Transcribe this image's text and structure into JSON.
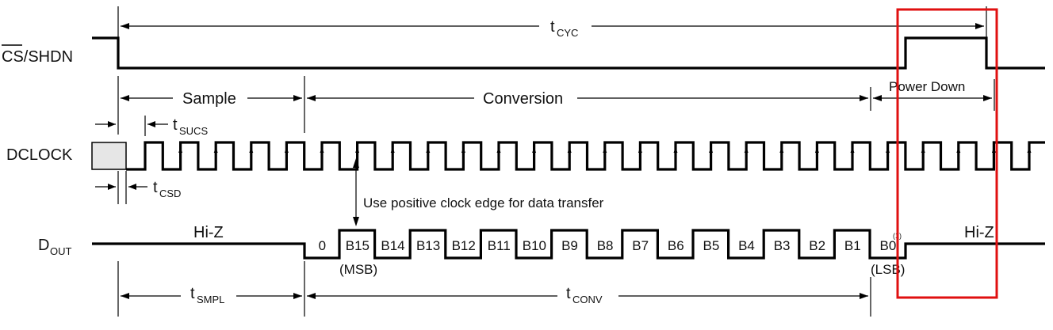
{
  "signals": {
    "cs": "CS/SHDN",
    "dclock": "DCLOCK",
    "dout_main": "D",
    "dout_sub": "OUT"
  },
  "timing": {
    "tcyc_main": "t",
    "tcyc_sub": "CYC",
    "tsucs_main": "t",
    "tsucs_sub": "SUCS",
    "tcsd_main": "t",
    "tcsd_sub": "CSD",
    "tsmpl_main": "t",
    "tsmpl_sub": "SMPL",
    "tconv_main": "t",
    "tconv_sub": "CONV"
  },
  "phases": {
    "sample": "Sample",
    "conversion": "Conversion",
    "power_down": "Power Down"
  },
  "dout": {
    "hiz_left": "Hi-Z",
    "hiz_right": "Hi-Z",
    "msb_note": "(MSB)",
    "lsb_note": "(LSB)",
    "footnote_mark": "(1)",
    "bits": [
      "0",
      "B15",
      "B14",
      "B13",
      "B12",
      "B11",
      "B10",
      "B9",
      "B8",
      "B7",
      "B6",
      "B5",
      "B4",
      "B3",
      "B2",
      "B1",
      "B0"
    ]
  },
  "annotation": "Use positive clock edge for data transfer",
  "highlight_color": "#e01010"
}
